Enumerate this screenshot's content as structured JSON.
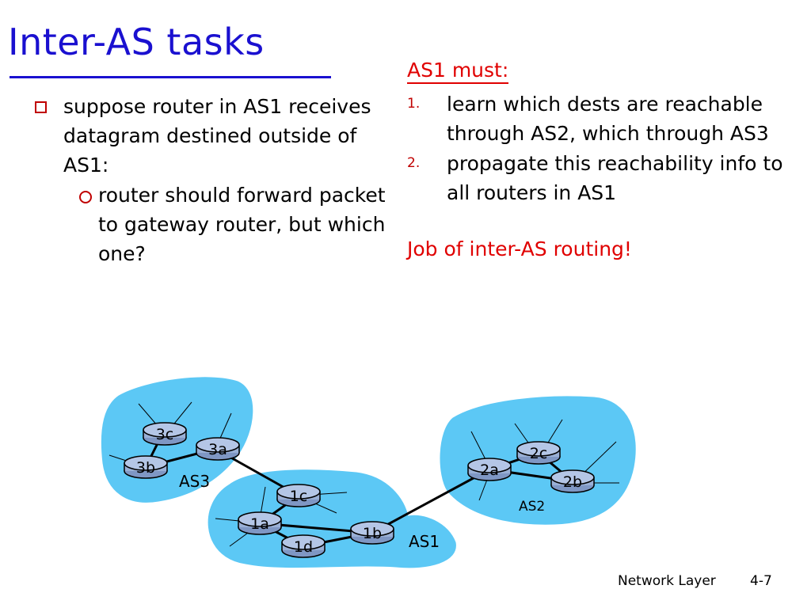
{
  "slide": {
    "title": "Inter-AS tasks",
    "bullet": "suppose router in AS1 receives datagram destined outside of AS1:",
    "sub_bullet": "router should forward packet to gateway router, but which one?",
    "as1_must": "AS1 must:",
    "steps": [
      {
        "num": "1.",
        "text": "learn which dests are reachable through AS2, which through AS3"
      },
      {
        "num": "2.",
        "text": "propagate this reachability info to all routers in AS1"
      }
    ],
    "job": "Job of inter-AS routing!"
  },
  "diagram": {
    "routers": {
      "r3c": "3c",
      "r3a": "3a",
      "r3b": "3b",
      "r1c": "1c",
      "r1a": "1a",
      "r1d": "1d",
      "r1b": "1b",
      "r2a": "2a",
      "r2c": "2c",
      "r2b": "2b"
    },
    "as_labels": {
      "as3": "AS3",
      "as1": "AS1",
      "as2": "AS2"
    },
    "cloud_color": "#5cc8f5",
    "router_color": "#9ab0d6"
  },
  "footer": {
    "section": "Network Layer",
    "page": "4-7"
  },
  "colors": {
    "title": "#1a10d0",
    "accent_red": "#e00000",
    "bullet_red": "#c00000"
  }
}
